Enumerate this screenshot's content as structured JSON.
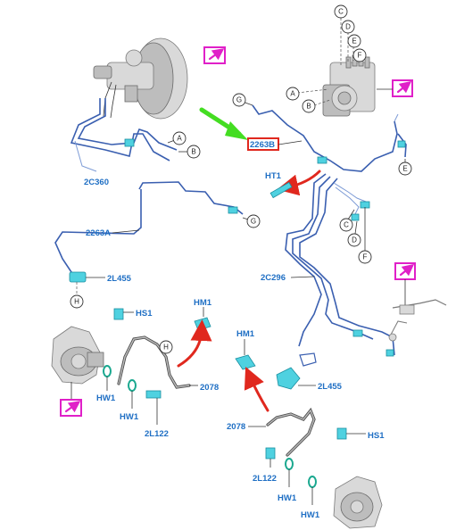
{
  "labels": {
    "l_2c360": "2C360",
    "l_2263b": "2263B",
    "l_ht1": "HT1",
    "l_2263a": "2263A",
    "l_2l455_a": "2L455",
    "l_2c296": "2C296",
    "l_hs1_a": "HS1",
    "l_hm1_a": "HM1",
    "l_2078_a": "2078",
    "l_hw1_a": "HW1",
    "l_hw1_b": "HW1",
    "l_2l122_a": "2L122",
    "l_hm1_b": "HM1",
    "l_2l455_b": "2L455",
    "l_2078_b": "2078",
    "l_hs1_b": "HS1",
    "l_2l122_b": "2L122",
    "l_hw1_c": "HW1",
    "l_hw1_d": "HW1"
  },
  "callouts": {
    "c1": "C",
    "d1": "D",
    "e1": "E",
    "f1": "F",
    "a1": "A",
    "b1": "B",
    "g1": "G",
    "e2": "E",
    "a2": "A",
    "b2": "B",
    "g2": "G",
    "c2": "C",
    "d2": "D",
    "f2": "F",
    "h1": "H",
    "h2": "H"
  },
  "icons": {
    "view_icon": "arrow-in-box-icon",
    "pointer": "green-arrow-icon",
    "highlight_color": "#e0281e",
    "label_color": "#1f6fc4",
    "callout_box_color": "#e020c8"
  }
}
